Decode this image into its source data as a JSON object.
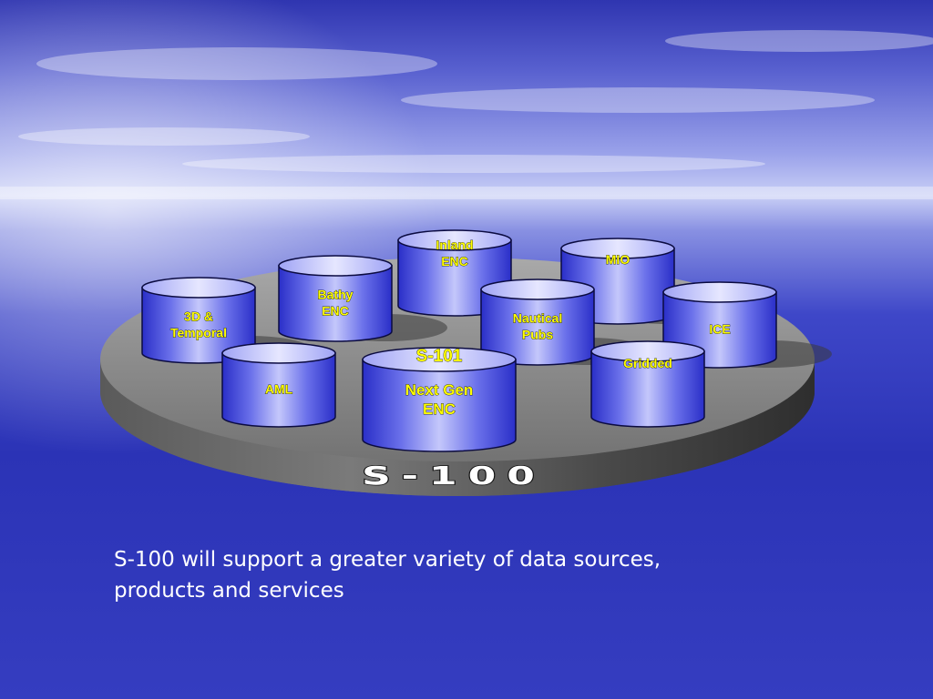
{
  "diagram": {
    "platform_label": "S-100",
    "components": [
      {
        "id": "3d-temporal",
        "lines": [
          "3D &",
          "Temporal"
        ]
      },
      {
        "id": "bathy-enc",
        "lines": [
          "Bathy",
          "ENC"
        ]
      },
      {
        "id": "inland-enc",
        "lines": [
          "Inland",
          "ENC"
        ]
      },
      {
        "id": "mio",
        "lines": [
          "MIO"
        ]
      },
      {
        "id": "nautical-pubs",
        "lines": [
          "Nautical",
          "Pubs"
        ]
      },
      {
        "id": "ice",
        "lines": [
          "ICE"
        ]
      },
      {
        "id": "aml",
        "lines": [
          "AML"
        ]
      },
      {
        "id": "gridded",
        "lines": [
          "Gridded"
        ]
      },
      {
        "id": "s-101",
        "title": "S-101",
        "lines": [
          "Next Gen",
          "ENC"
        ]
      }
    ]
  },
  "caption": {
    "line1": "S-100 will support a greater variety of data sources,",
    "line2": "products and services"
  }
}
